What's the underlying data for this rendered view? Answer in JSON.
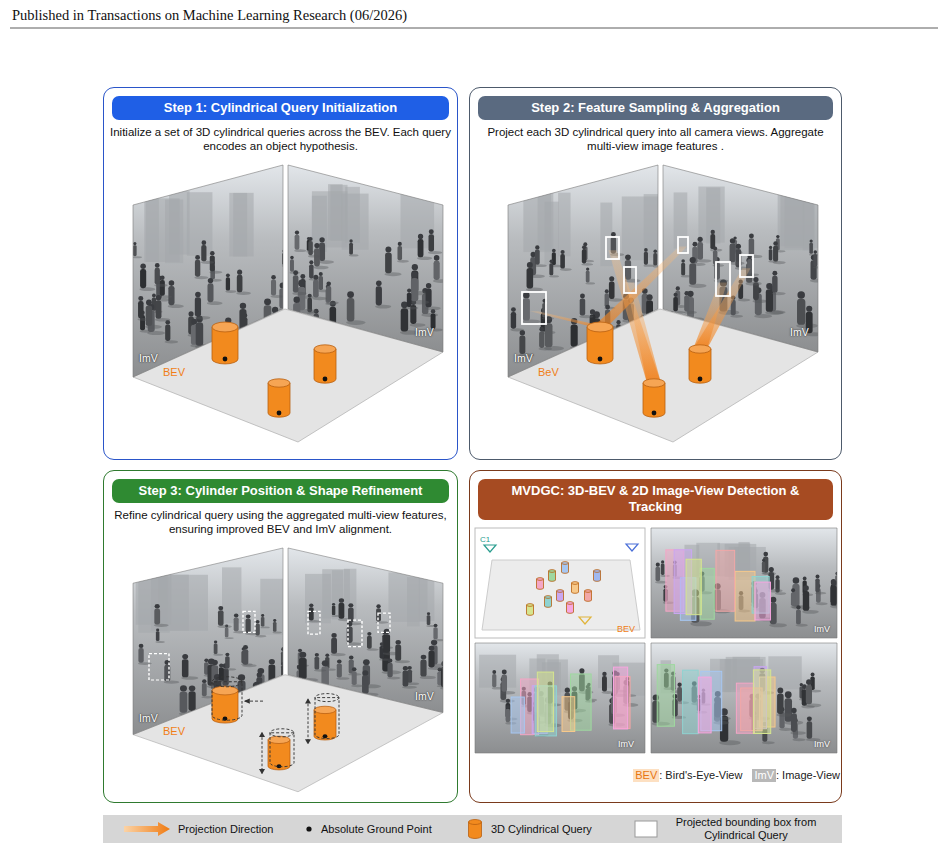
{
  "diagram": {
    "nodes": [
      {
        "text": [
          "Step 1: Cylindrical Query Initialization",
          "Initialize a set of 3D cylindrical queries across the BEV. Each query encodes an object hypothesis."
        ]
      },
      {
        "text": [
          "Step 2: Feature Sampling & Aggregation",
          "Project each 3D cylindrical query into all camera views. Aggregate multi-view image features ."
        ]
      },
      {
        "text": [
          "Step 3: Cylinder Position & Shape Refinement",
          "Refine cylindrical query using the aggregated multi-view features, ensuring improved BEV and ImV alignment."
        ]
      },
      {
        "text": [
          "MVDGC: 3D-BEV & 2D Image-View Detection & Tracking"
        ]
      }
    ],
    "labels": [
      "Published in Transactions on Machine Learning Research (06/2026)",
      "ImV",
      "BEV",
      "ImV",
      "ImV",
      "BeV",
      "ImV",
      "ImV",
      "BEV",
      "ImV",
      "C1",
      "BEV",
      "ImV",
      "ImV",
      "ImV",
      "BEV",
      ": Bird's-Eye-View",
      "ImV",
      ": Image-View"
    ],
    "legend": [
      {
        "text": "Projection Direction"
      },
      {
        "text": "Absolute Ground Point"
      },
      {
        "text": "3D Cylindrical Query",
        "color": "#f28a1e"
      },
      {
        "text": "Projected bounding box from Cylindrical Query"
      }
    ]
  }
}
